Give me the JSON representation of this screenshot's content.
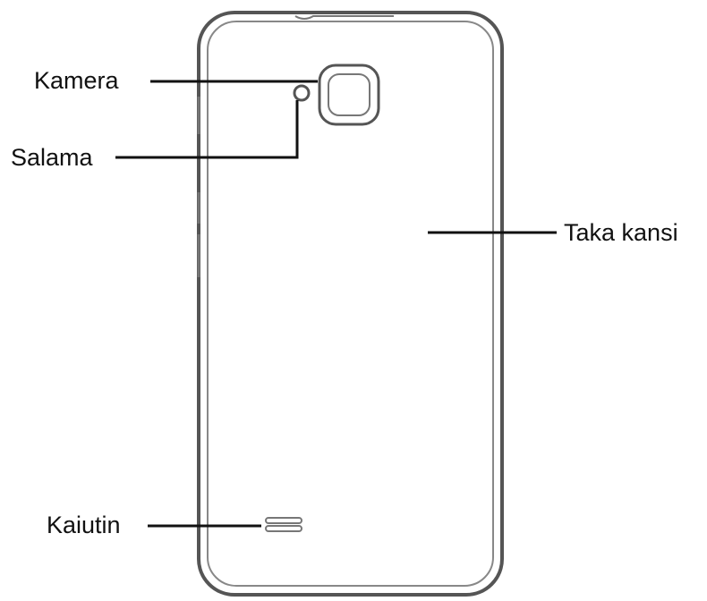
{
  "diagram": {
    "labels": {
      "camera": "Kamera",
      "flash": "Salama",
      "back_cover": "Taka kansi",
      "speaker": "Kaiutin"
    }
  }
}
